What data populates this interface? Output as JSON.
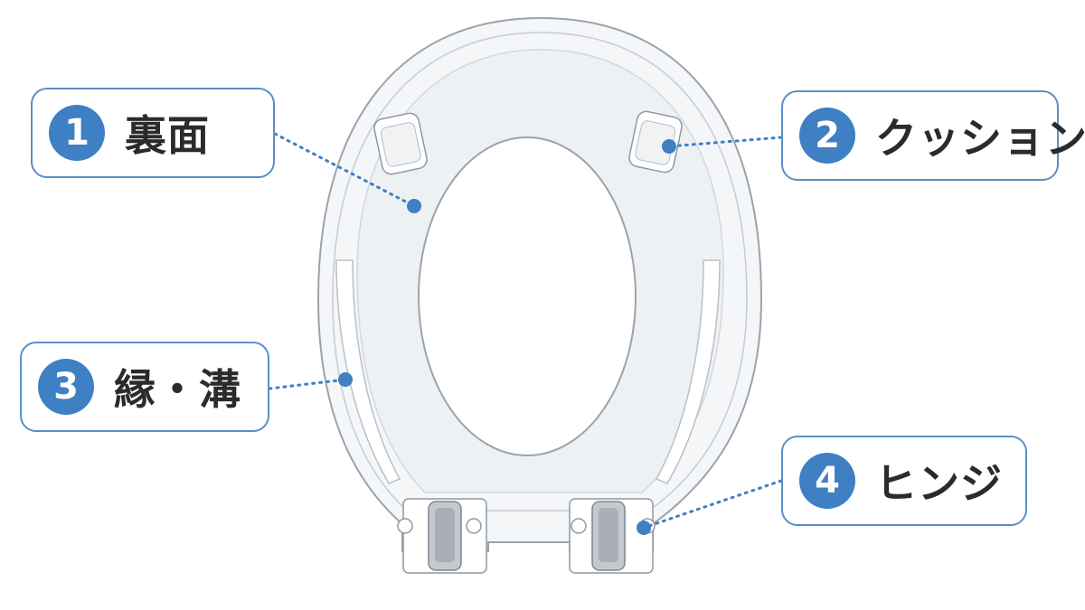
{
  "colors": {
    "accent": "#3f7fc3",
    "border": "#5b8fc7",
    "seat_outline": "#9aa3ad",
    "seat_fill": "#f4f6f8",
    "label_text": "#2b2b2b"
  },
  "callouts": [
    {
      "number": "1",
      "label": "裏面"
    },
    {
      "number": "2",
      "label": "クッション"
    },
    {
      "number": "3",
      "label": "縁・溝"
    },
    {
      "number": "4",
      "label": "ヒンジ"
    }
  ]
}
